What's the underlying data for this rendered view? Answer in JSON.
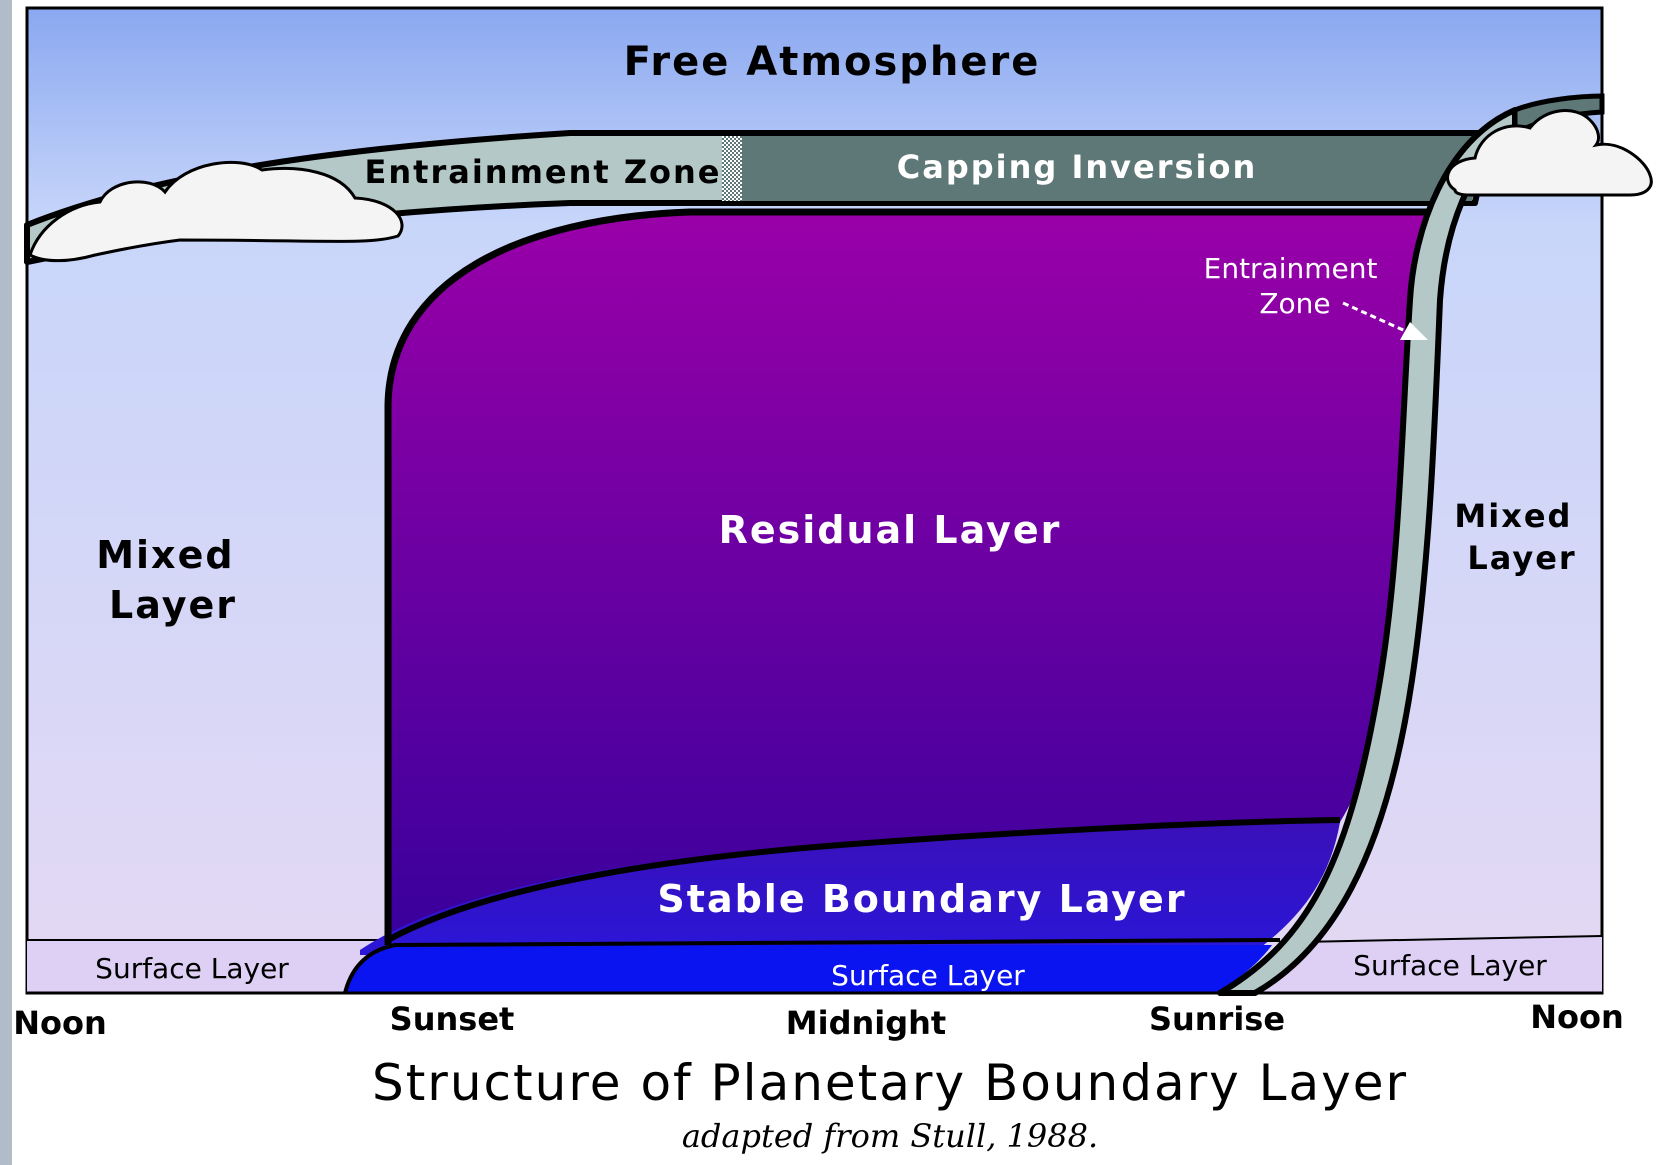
{
  "regions": {
    "free_atmosphere": "Free Atmosphere",
    "entrainment_zone_top": "Entrainment Zone",
    "capping_inversion": "Capping Inversion",
    "entrainment_zone_right": [
      "Entrainment",
      "Zone"
    ],
    "mixed_layer_left": [
      "Mixed",
      "Layer"
    ],
    "mixed_layer_right": [
      "Mixed",
      "Layer"
    ],
    "residual_layer": "Residual Layer",
    "stable_boundary_layer": "Stable Boundary Layer",
    "surface_layer_left": "Surface Layer",
    "surface_layer_center": "Surface Layer",
    "surface_layer_right": "Surface Layer"
  },
  "time_axis": {
    "labels": [
      "Noon",
      "Sunset",
      "Midnight",
      "Sunrise",
      "Noon"
    ]
  },
  "caption": {
    "title": "Structure of Planetary Boundary Layer",
    "source": "adapted from Stull, 1988."
  },
  "colors": {
    "sky_top": "#8aa8f0",
    "sky_bottom": "#e4d8f4",
    "residual_top": "#9a00a8",
    "residual_bottom": "#38009c",
    "stable_layer": "#2a16d8",
    "night_surface_layer": "#0a14f0",
    "capping_inversion": "#5e7878",
    "entrainment_zone": "#b4c8c8",
    "surface_layer_day": "#ddd0f4",
    "cloud": "#f4f4f4",
    "outline": "#000000"
  }
}
